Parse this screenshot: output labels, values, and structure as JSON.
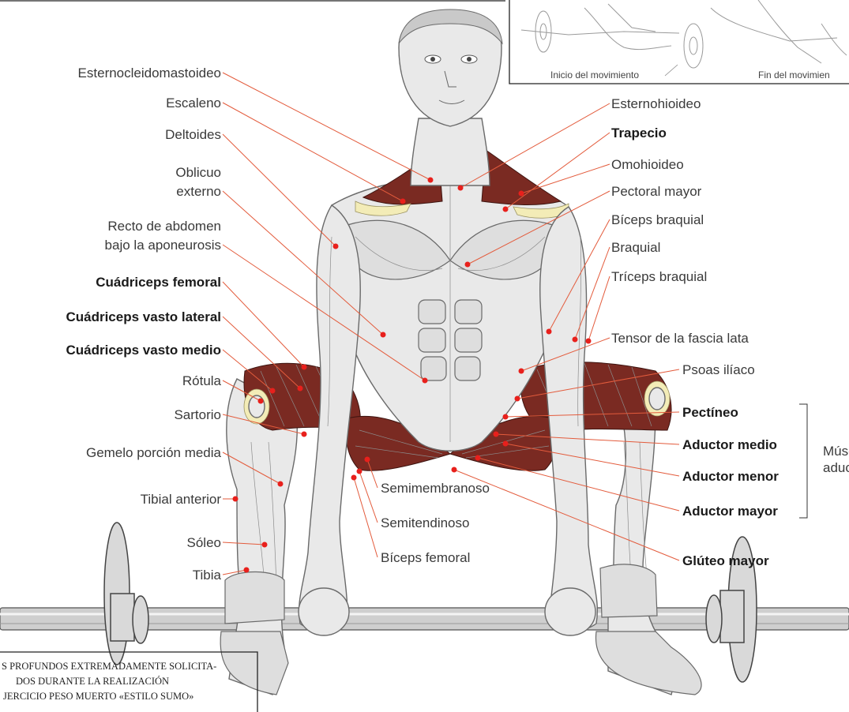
{
  "inset": {
    "start_label": "Inicio del movimiento",
    "end_label": "Fin del movimien"
  },
  "labels_left": [
    "Esternocleidomastoideo",
    "Escaleno",
    "Deltoides",
    "Oblicuo",
    "externo",
    "Recto de abdomen",
    "bajo la aponeurosis",
    "Cuádriceps femoral",
    "Cuádriceps vasto lateral",
    "Cuádriceps vasto medio",
    "Rótula",
    "Sartorio",
    "Gemelo porción media",
    "Tibial anterior",
    "Sóleo",
    "Tibia"
  ],
  "labels_right": [
    "Esternohioideo",
    "Trapecio",
    "Omohioideo",
    "Pectoral mayor",
    "Bíceps braquial",
    "Braquial",
    "Tríceps braquial",
    "Tensor de la fascia lata",
    "Psoas ilíaco",
    "Pectíneo",
    "Aductor medio",
    "Aductor menor",
    "Aductor mayor",
    "Glúteo mayor"
  ],
  "labels_center": [
    "Semimembranoso",
    "Semitendinoso",
    "Bíceps femoral"
  ],
  "bracket_label": [
    "Músc",
    "aduc"
  ],
  "note_lines": [
    "S PROFUNDOS EXTREMADAMENTE SOLICITA-",
    "DOS DURANTE LA REALIZACIÓN",
    "JERCICIO PESO MUERTO «ESTILO SUMO»"
  ],
  "colors": {
    "leader": "#e35b3c",
    "dot": "#e8201c",
    "muscle": "#7a2a22",
    "tendon": "#f3ecb7"
  }
}
